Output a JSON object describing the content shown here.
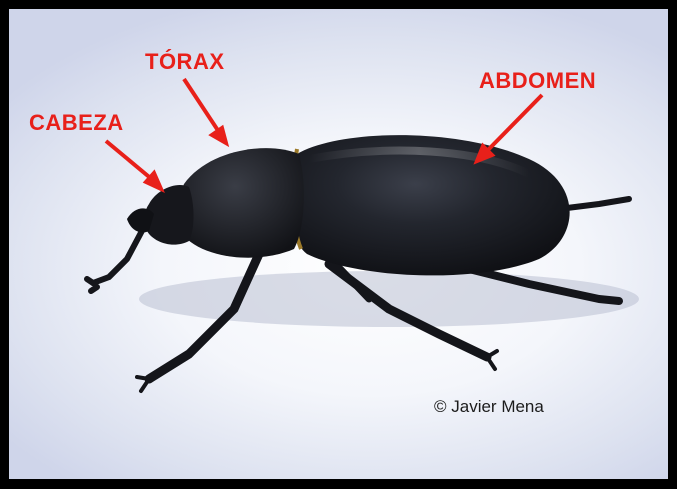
{
  "labels": {
    "head": "CABEZA",
    "thorax": "TÓRAX",
    "abdomen": "ABDOMEN"
  },
  "credit": "© Javier Mena",
  "colors": {
    "label_red": "#e8201a",
    "beetle_body": "#1a1c22",
    "frame": "#000000"
  }
}
